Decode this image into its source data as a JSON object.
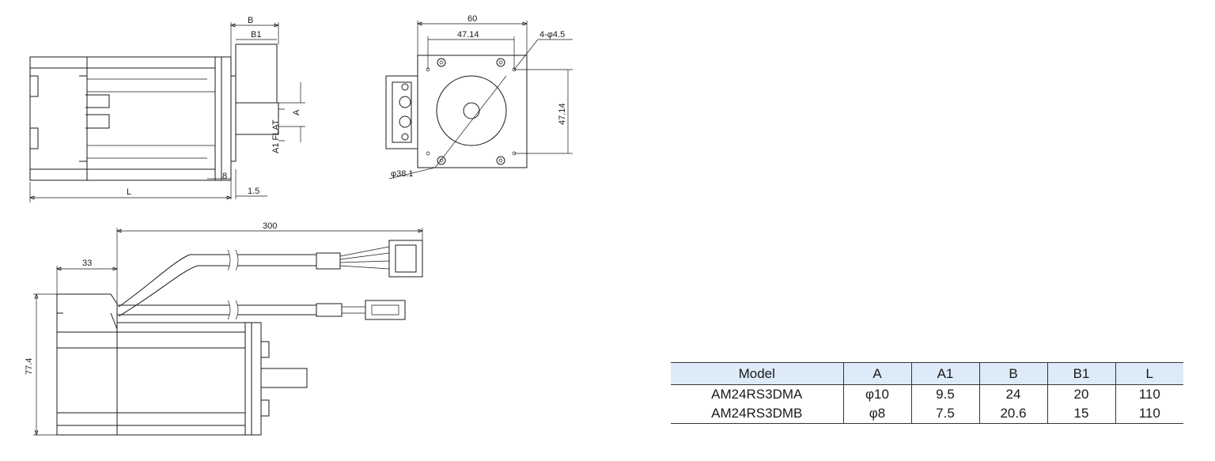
{
  "side_view": {
    "dim_b": "B",
    "dim_b1": "B1",
    "dim_a": "A",
    "dim_a1_flat": "A1 FLAT",
    "dim_8": "8",
    "dim_l": "L",
    "dim_1_5": "1.5"
  },
  "front_view": {
    "dim_60": "60",
    "dim_47_14_h": "47.14",
    "dim_4_hole": "4-φ4.5",
    "dim_47_14_v": "47.14",
    "dim_phi_38_1": "φ38.1"
  },
  "bottom_view": {
    "dim_300": "300",
    "dim_33": "33",
    "dim_77_4": "77.4"
  },
  "table": {
    "headers": [
      "Model",
      "A",
      "A1",
      "B",
      "B1",
      "L"
    ],
    "rows": [
      [
        "AM24RS3DMA",
        "φ10",
        "9.5",
        "24",
        "20",
        "110"
      ],
      [
        "AM24RS3DMB",
        "φ8",
        "7.5",
        "20.6",
        "15",
        "110"
      ]
    ]
  }
}
